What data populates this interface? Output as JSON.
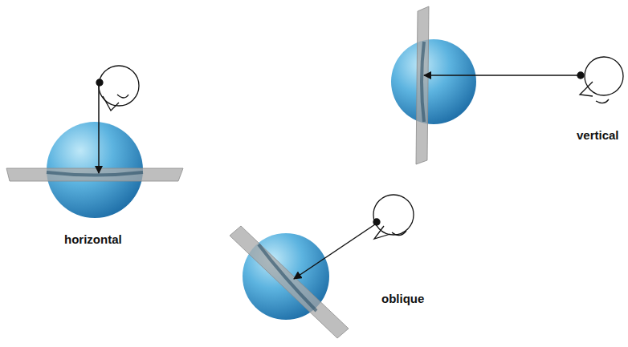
{
  "diagram": {
    "labels": [
      "horizontal",
      "vertical",
      "oblique"
    ]
  }
}
